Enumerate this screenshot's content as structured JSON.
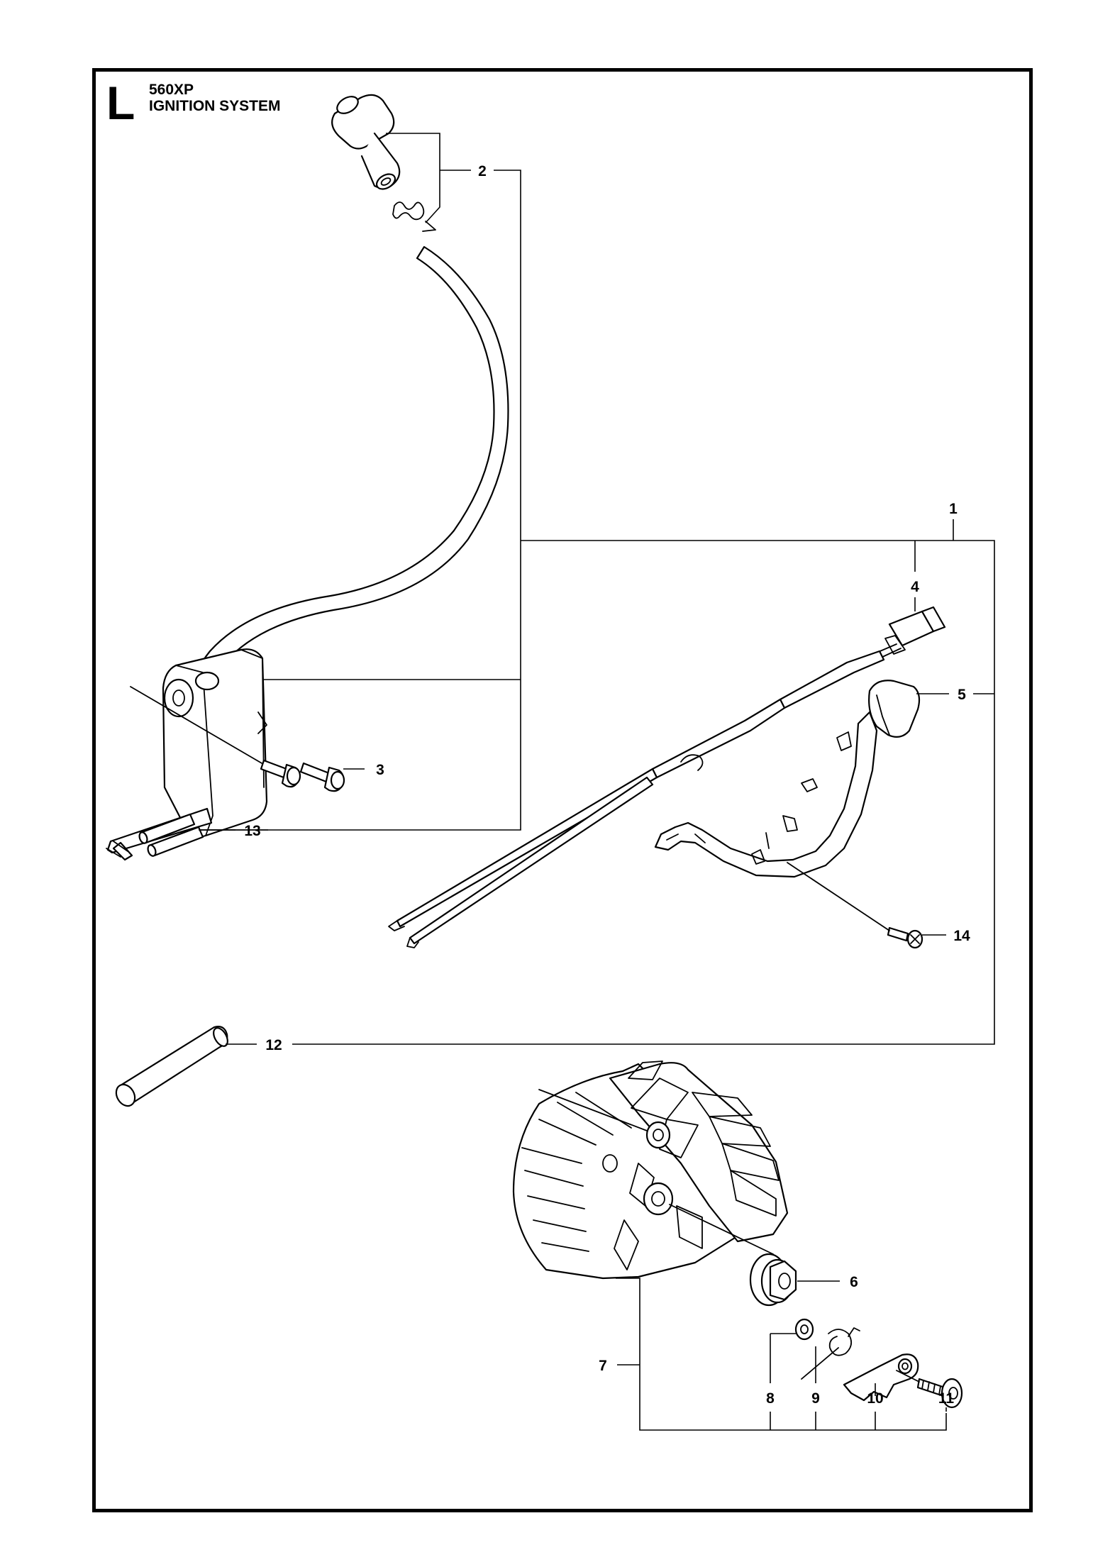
{
  "header": {
    "section_letter": "L",
    "model": "560XP",
    "title": "IGNITION SYSTEM"
  },
  "callouts": {
    "c1": "1",
    "c2": "2",
    "c3": "3",
    "c4": "4",
    "c5": "5",
    "c6": "6",
    "c7": "7",
    "c8": "8",
    "c9": "9",
    "c10": "10",
    "c11": "11",
    "c12": "12",
    "c13": "13",
    "c14": "14"
  }
}
